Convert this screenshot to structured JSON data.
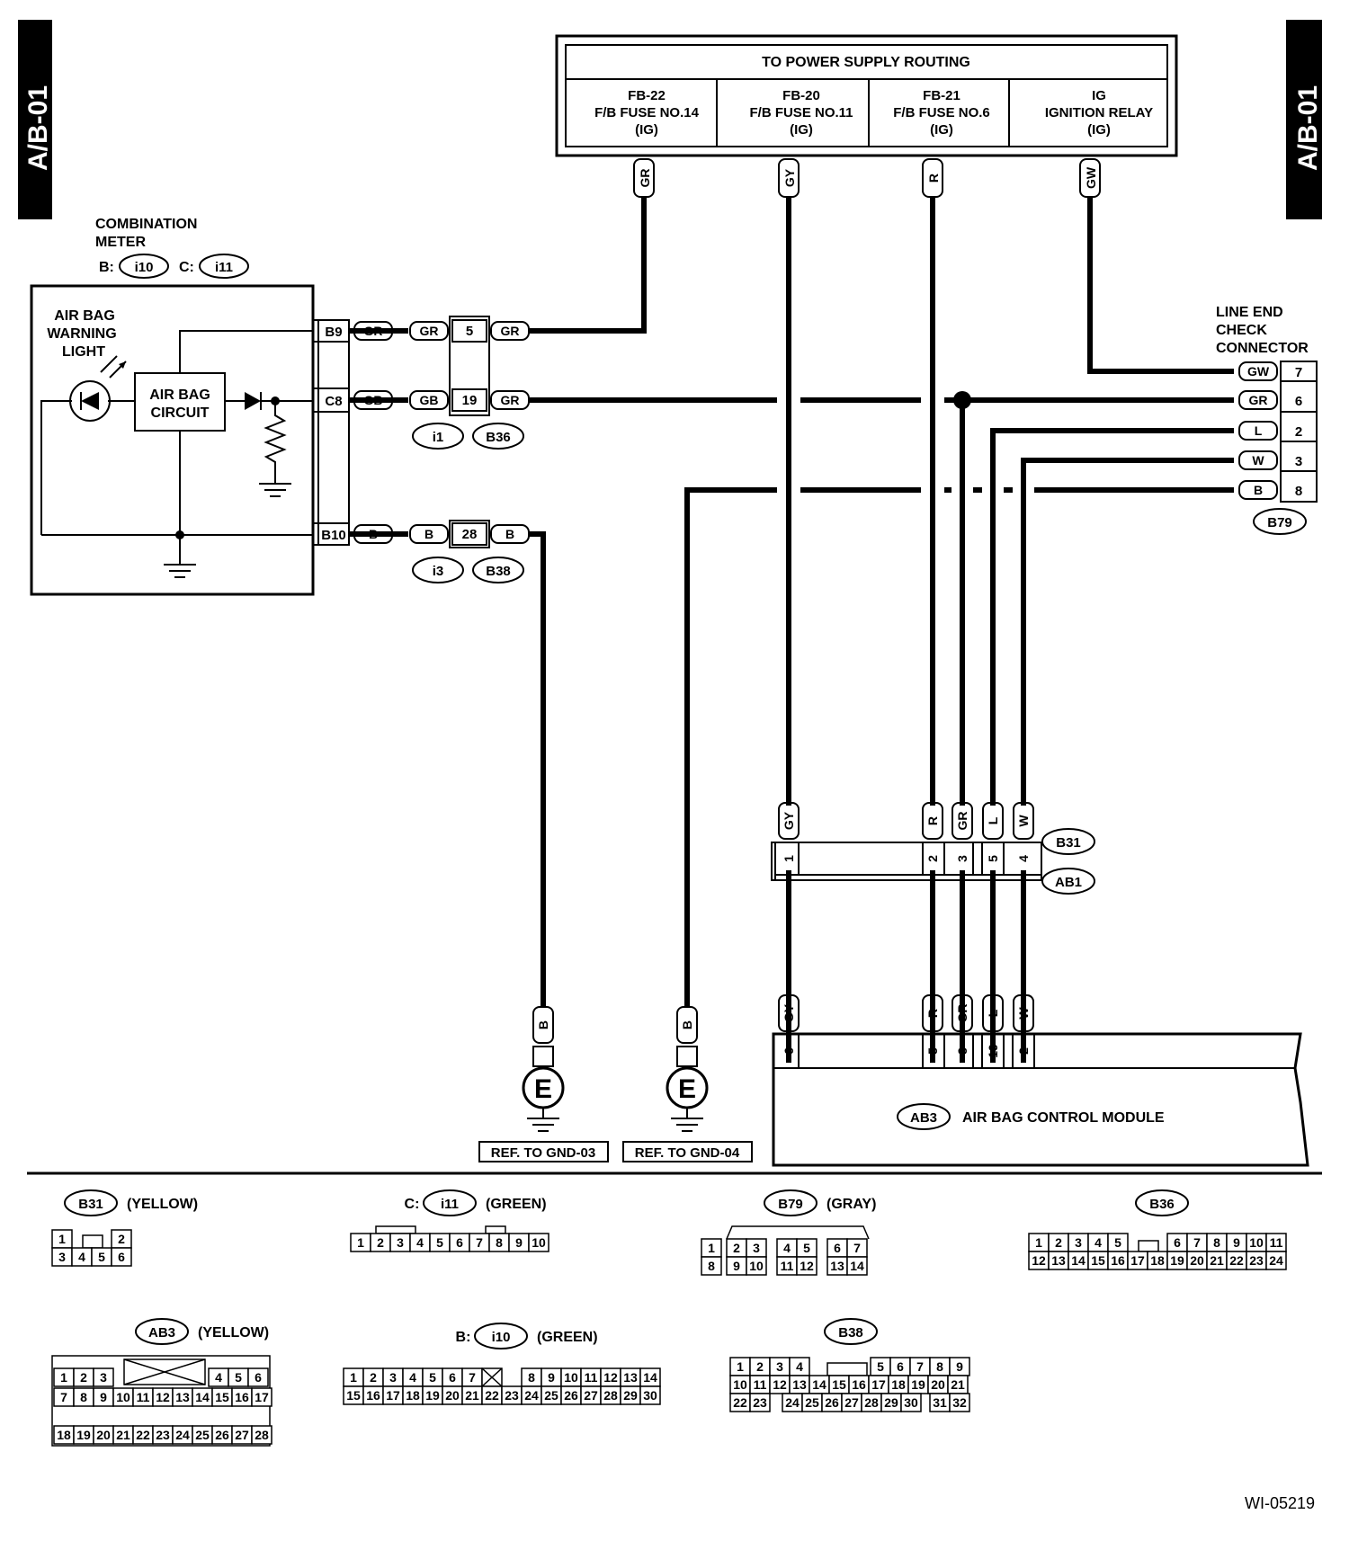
{
  "side_tag_left": "A/B-01",
  "side_tag_right": "A/B-01",
  "power_supply": {
    "title": "TO POWER SUPPLY ROUTING",
    "cols": [
      {
        "l1": "FB-22",
        "l2": "F/B FUSE NO.14",
        "l3": "(IG)",
        "wire": "GR"
      },
      {
        "l1": "FB-20",
        "l2": "F/B FUSE NO.11",
        "l3": "(IG)",
        "wire": "GY"
      },
      {
        "l1": "FB-21",
        "l2": "F/B FUSE NO.6",
        "l3": "(IG)",
        "wire": "R"
      },
      {
        "l1": "IG",
        "l2": "IGNITION RELAY",
        "l3": "(IG)",
        "wire": "GW"
      }
    ]
  },
  "combination_meter": {
    "title1": "COMBINATION",
    "title2": "METER",
    "b_prefix": "B:",
    "b_conn": "i10",
    "c_prefix": "C:",
    "c_conn": "i11",
    "lamp1": "AIR BAG",
    "lamp2": "WARNING",
    "lamp3": "LIGHT",
    "circuit1": "AIR BAG",
    "circuit2": "CIRCUIT",
    "pins": [
      "B9",
      "C8",
      "B10"
    ]
  },
  "harness": {
    "row1": {
      "w1": "GR",
      "w2": "GR",
      "pin": "5",
      "w3": "GR"
    },
    "row2": {
      "w1": "GB",
      "w2": "GB",
      "pin": "19",
      "w3": "GR"
    },
    "row3": {
      "w1": "B",
      "w2": "B",
      "pin": "28",
      "w3": "B"
    },
    "conn_top_a": "i1",
    "conn_top_b": "B36",
    "conn_bot_a": "i3",
    "conn_bot_b": "B38"
  },
  "line_end": {
    "title1": "LINE END",
    "title2": "CHECK",
    "title3": "CONNECTOR",
    "rows": [
      {
        "wire": "GW",
        "pin": "7"
      },
      {
        "wire": "GR",
        "pin": "6"
      },
      {
        "wire": "L",
        "pin": "2"
      },
      {
        "wire": "W",
        "pin": "3"
      },
      {
        "wire": "B",
        "pin": "8"
      }
    ],
    "conn": "B79"
  },
  "ab_connector": {
    "wires": [
      "GY",
      "R",
      "GR",
      "L",
      "W"
    ],
    "pins_top": [
      "1",
      "2",
      "3",
      "5",
      "4"
    ],
    "conn_a": "B31",
    "conn_b": "AB1"
  },
  "control_module": {
    "wires": [
      "GY",
      "R",
      "GR",
      "L",
      "W"
    ],
    "pins": [
      "6",
      "5",
      "3",
      "19",
      "2"
    ],
    "conn": "AB3",
    "label": "AIR BAG CONTROL MODULE"
  },
  "grounds": [
    {
      "wire": "B",
      "symbol": "E",
      "ref": "REF. TO GND-03"
    },
    {
      "wire": "B",
      "symbol": "E",
      "ref": "REF. TO GND-04"
    }
  ],
  "connector_views": {
    "b31": {
      "name": "B31",
      "color": "(YELLOW)",
      "top": [
        "1",
        "2"
      ],
      "bottom": [
        "3",
        "4",
        "5",
        "6"
      ]
    },
    "i11": {
      "prefix": "C:",
      "name": "i11",
      "color": "(GREEN)",
      "pins": [
        "1",
        "2",
        "3",
        "4",
        "5",
        "6",
        "7",
        "8",
        "9",
        "10"
      ]
    },
    "b79": {
      "name": "B79",
      "color": "(GRAY)",
      "top": [
        "1",
        "2",
        "3",
        "4",
        "5",
        "6",
        "7"
      ],
      "bottom": [
        "8",
        "9",
        "10",
        "11",
        "12",
        "13",
        "14"
      ]
    },
    "b36": {
      "name": "B36",
      "top": [
        "1",
        "2",
        "3",
        "4",
        "5",
        "6",
        "7",
        "8",
        "9",
        "10",
        "11"
      ],
      "bottom": [
        "12",
        "13",
        "14",
        "15",
        "16",
        "17",
        "18",
        "19",
        "20",
        "21",
        "22",
        "23",
        "24"
      ]
    },
    "ab3": {
      "name": "AB3",
      "color": "(YELLOW)",
      "r1": [
        "1",
        "2",
        "3",
        "4",
        "5",
        "6"
      ],
      "r2": [
        "7",
        "8",
        "9",
        "10",
        "11",
        "12",
        "13",
        "14",
        "15",
        "16",
        "17"
      ],
      "r3": [
        "18",
        "19",
        "20",
        "21",
        "22",
        "23",
        "24",
        "25",
        "26",
        "27",
        "28"
      ]
    },
    "i10": {
      "prefix": "B:",
      "name": "i10",
      "color": "(GREEN)",
      "top": [
        "1",
        "2",
        "3",
        "4",
        "5",
        "6",
        "7",
        "8",
        "9",
        "10",
        "11",
        "12",
        "13",
        "14"
      ],
      "bottom": [
        "15",
        "16",
        "17",
        "18",
        "19",
        "20",
        "21",
        "22",
        "23",
        "24",
        "25",
        "26",
        "27",
        "28",
        "29",
        "30"
      ]
    },
    "b38": {
      "name": "B38",
      "r1": [
        "1",
        "2",
        "3",
        "4",
        "5",
        "6",
        "7",
        "8",
        "9"
      ],
      "r2": [
        "10",
        "11",
        "12",
        "13",
        "14",
        "15",
        "16",
        "17",
        "18",
        "19",
        "20",
        "21"
      ],
      "r3": [
        "22",
        "23",
        "24",
        "25",
        "26",
        "27",
        "28",
        "29",
        "30",
        "31",
        "32"
      ]
    }
  },
  "figure_id": "WI-05219"
}
